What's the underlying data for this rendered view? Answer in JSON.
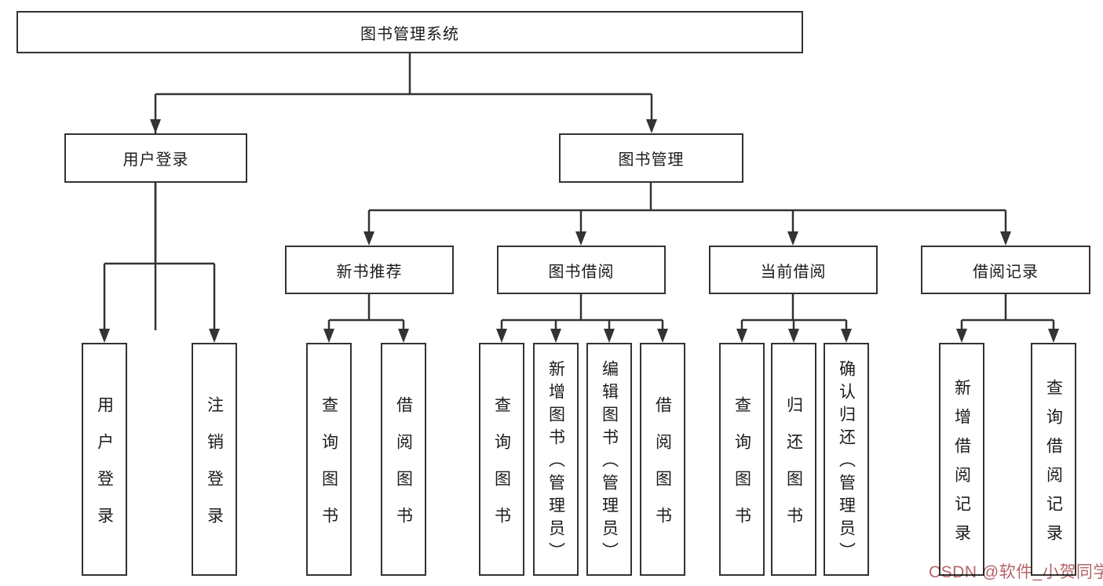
{
  "diagram": {
    "type": "hierarchy-chart",
    "title": "图书管理系统",
    "tree": {
      "root": {
        "label": "图书管理系统"
      },
      "level2": [
        {
          "label": "用户登录",
          "parent": "图书管理系统"
        },
        {
          "label": "图书管理",
          "parent": "图书管理系统"
        }
      ],
      "level3": [
        {
          "label": "新书推荐",
          "parent": "图书管理"
        },
        {
          "label": "图书借阅",
          "parent": "图书管理"
        },
        {
          "label": "当前借阅",
          "parent": "图书管理"
        },
        {
          "label": "借阅记录",
          "parent": "图书管理"
        }
      ],
      "leaves": [
        {
          "label": "用户登录",
          "parent": "用户登录"
        },
        {
          "label": "注销登录",
          "parent": "用户登录"
        },
        {
          "label": "查询图书",
          "parent": "新书推荐"
        },
        {
          "label": "借阅图书",
          "parent": "新书推荐"
        },
        {
          "label": "查询图书",
          "parent": "图书借阅"
        },
        {
          "label": "新增图书（管理员）",
          "parent": "图书借阅"
        },
        {
          "label": "编辑图书（管理员）",
          "parent": "图书借阅"
        },
        {
          "label": "借阅图书",
          "parent": "图书借阅"
        },
        {
          "label": "查询图书",
          "parent": "当前借阅"
        },
        {
          "label": "归还图书",
          "parent": "当前借阅"
        },
        {
          "label": "确认归还（管理员）",
          "parent": "当前借阅"
        },
        {
          "label": "新增借阅记录",
          "parent": "借阅记录"
        },
        {
          "label": "查询借阅记录",
          "parent": "借阅记录"
        }
      ]
    },
    "colors": {
      "line": "#333333",
      "box_border": "#333333",
      "text": "#1b1b1b",
      "background": "#ffffff",
      "watermark": "#b46469"
    }
  },
  "watermark": {
    "text": "CSDN @软件_小贺同学"
  }
}
